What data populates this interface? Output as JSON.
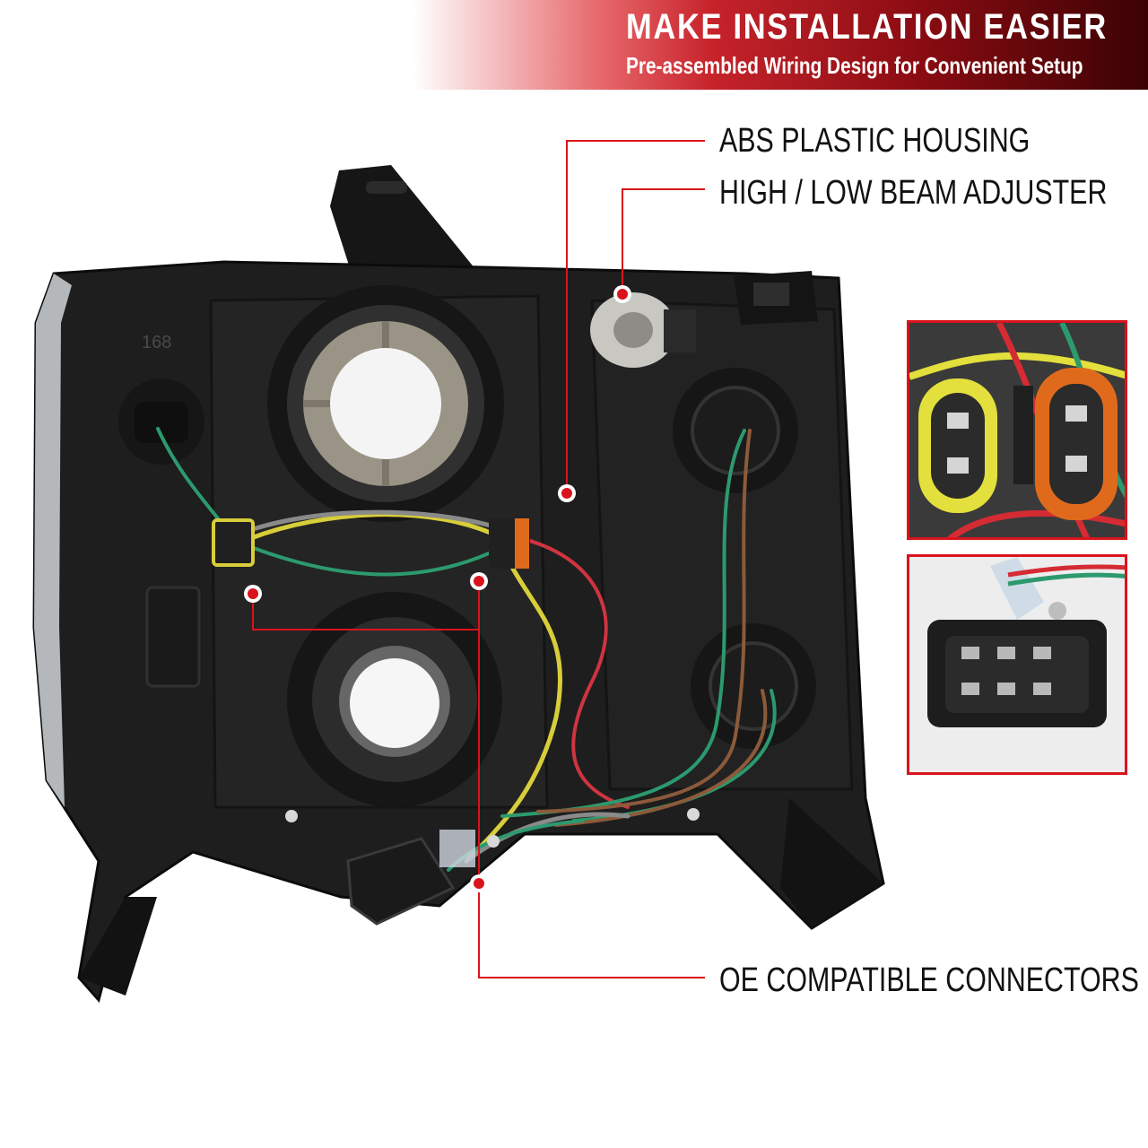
{
  "banner": {
    "title": "MAKE INSTALLATION EASIER",
    "subtitle": "Pre-assembled Wiring Design for Convenient Setup"
  },
  "callouts": {
    "housing": "ABS PLASTIC HOUSING",
    "adjuster": "HIGH / LOW BEAM ADJUSTER",
    "connectors": "OE COMPATIBLE CONNECTORS"
  },
  "housing_marking": "168",
  "colors": {
    "accent": "#d9141c",
    "banner_dark": "#3b0204",
    "housing": "#1e1e1e",
    "connector_yellow": "#e3df3c",
    "connector_orange": "#e06a1c"
  }
}
